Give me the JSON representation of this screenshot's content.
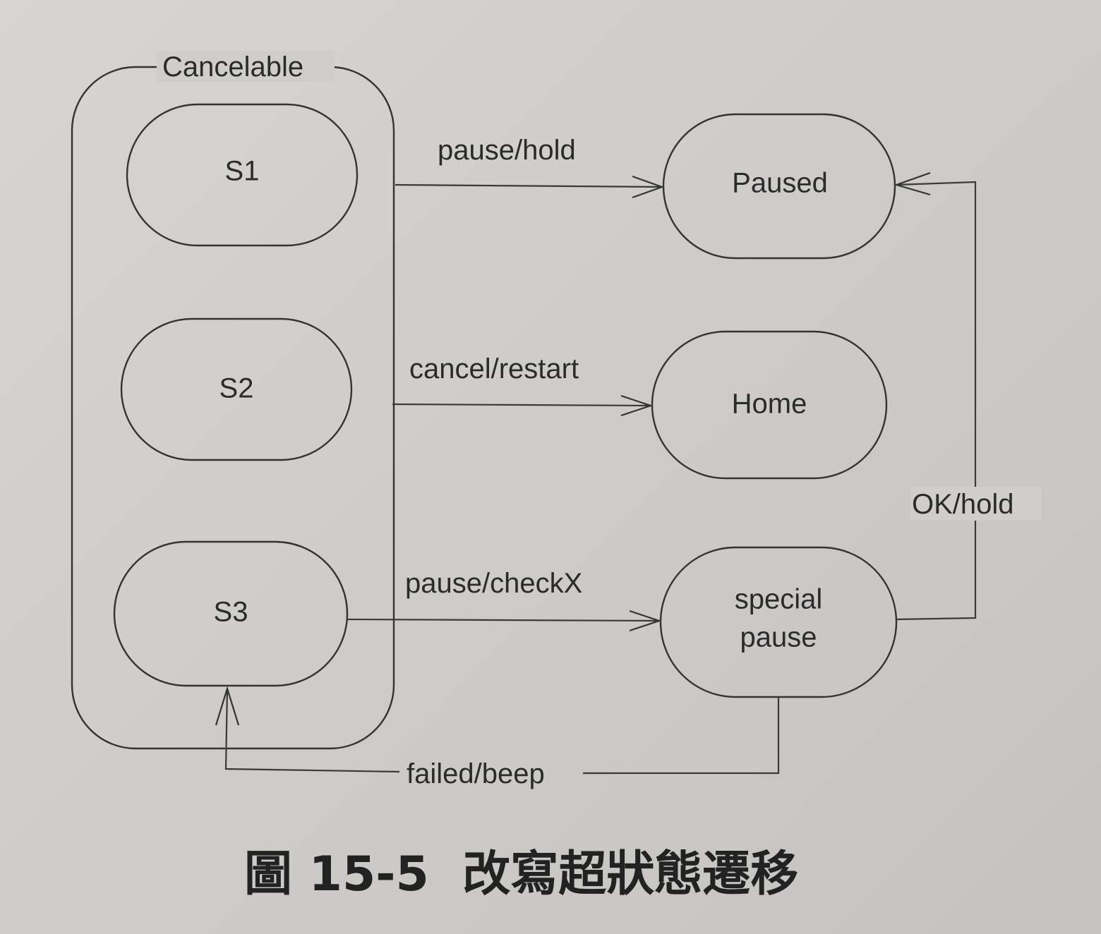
{
  "superstate": {
    "label": "Cancelable"
  },
  "states": {
    "s1": "S1",
    "s2": "S2",
    "s3": "S3",
    "paused": "Paused",
    "home": "Home",
    "special_pause_line1": "special",
    "special_pause_line2": "pause"
  },
  "transitions": {
    "pause_hold": "pause/hold",
    "cancel_restart": "cancel/restart",
    "pause_checkx": "pause/checkX",
    "ok_hold": "OK/hold",
    "failed_beep": "failed/beep"
  },
  "caption": "圖 15-5  改寫超狀態遷移"
}
